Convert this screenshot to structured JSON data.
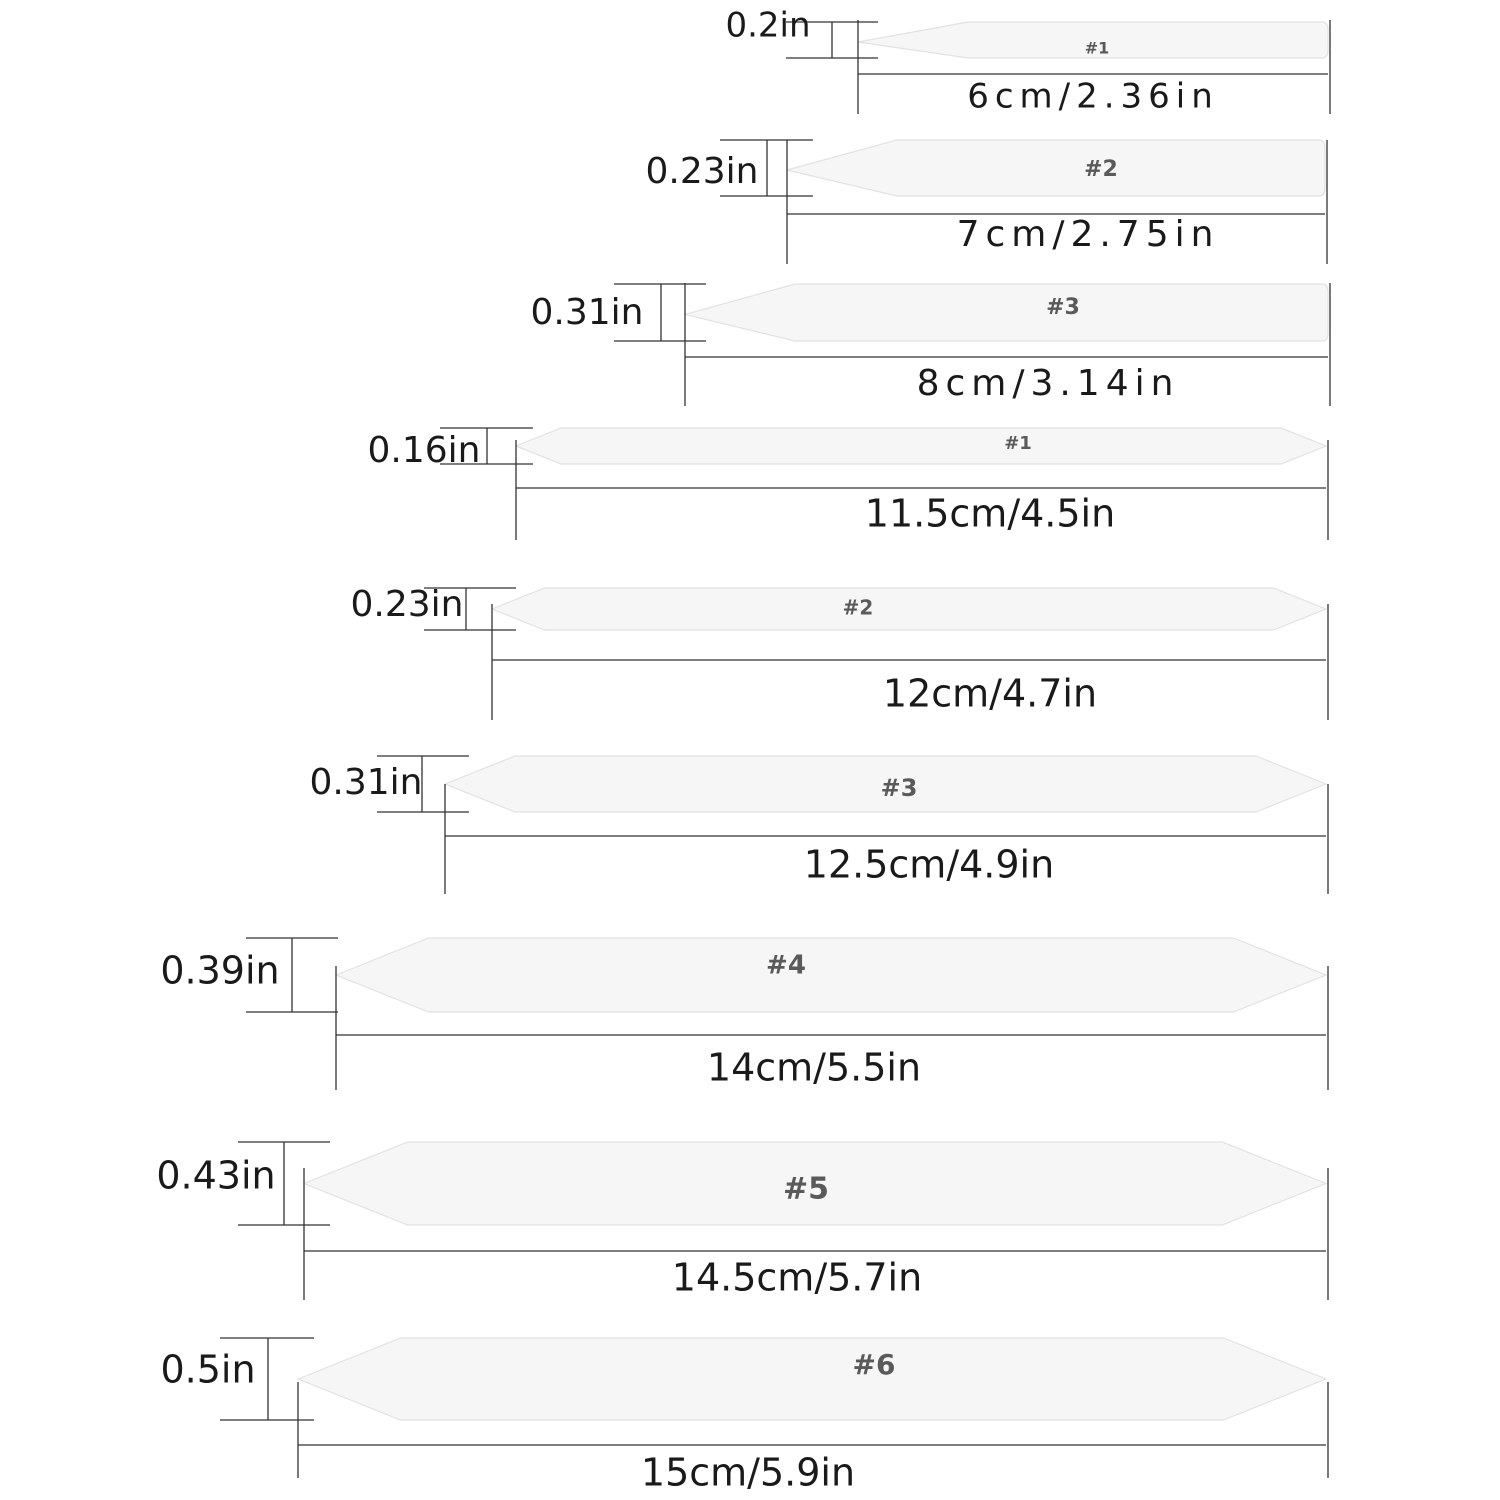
{
  "colors": {
    "background": "#ffffff",
    "tool_fill": "#f6f6f6",
    "tool_edge": "#e2e2e2",
    "dimension_line": "#333333",
    "text": "#1a1a1a",
    "label": "#5a5a5a"
  },
  "tools": [
    {
      "label": "#1",
      "width": "0.2in",
      "length": "6cm/2.36in",
      "shape": "single-point"
    },
    {
      "label": "#2",
      "width": "0.23in",
      "length": "7cm/2.75in",
      "shape": "single-point"
    },
    {
      "label": "#3",
      "width": "0.31in",
      "length": "8cm/3.14in",
      "shape": "single-point"
    },
    {
      "label": "#1",
      "width": "0.16in",
      "length": "11.5cm/4.5in",
      "shape": "double-point"
    },
    {
      "label": "#2",
      "width": "0.23in",
      "length": "12cm/4.7in",
      "shape": "double-point"
    },
    {
      "label": "#3",
      "width": "0.31in",
      "length": "12.5cm/4.9in",
      "shape": "double-point"
    },
    {
      "label": "#4",
      "width": "0.39in",
      "length": "14cm/5.5in",
      "shape": "double-point"
    },
    {
      "label": "#5",
      "width": "0.43in",
      "length": "14.5cm/5.7in",
      "shape": "double-point"
    },
    {
      "label": "#6",
      "width": "0.5in",
      "length": "15cm/5.9in",
      "shape": "double-point"
    }
  ]
}
